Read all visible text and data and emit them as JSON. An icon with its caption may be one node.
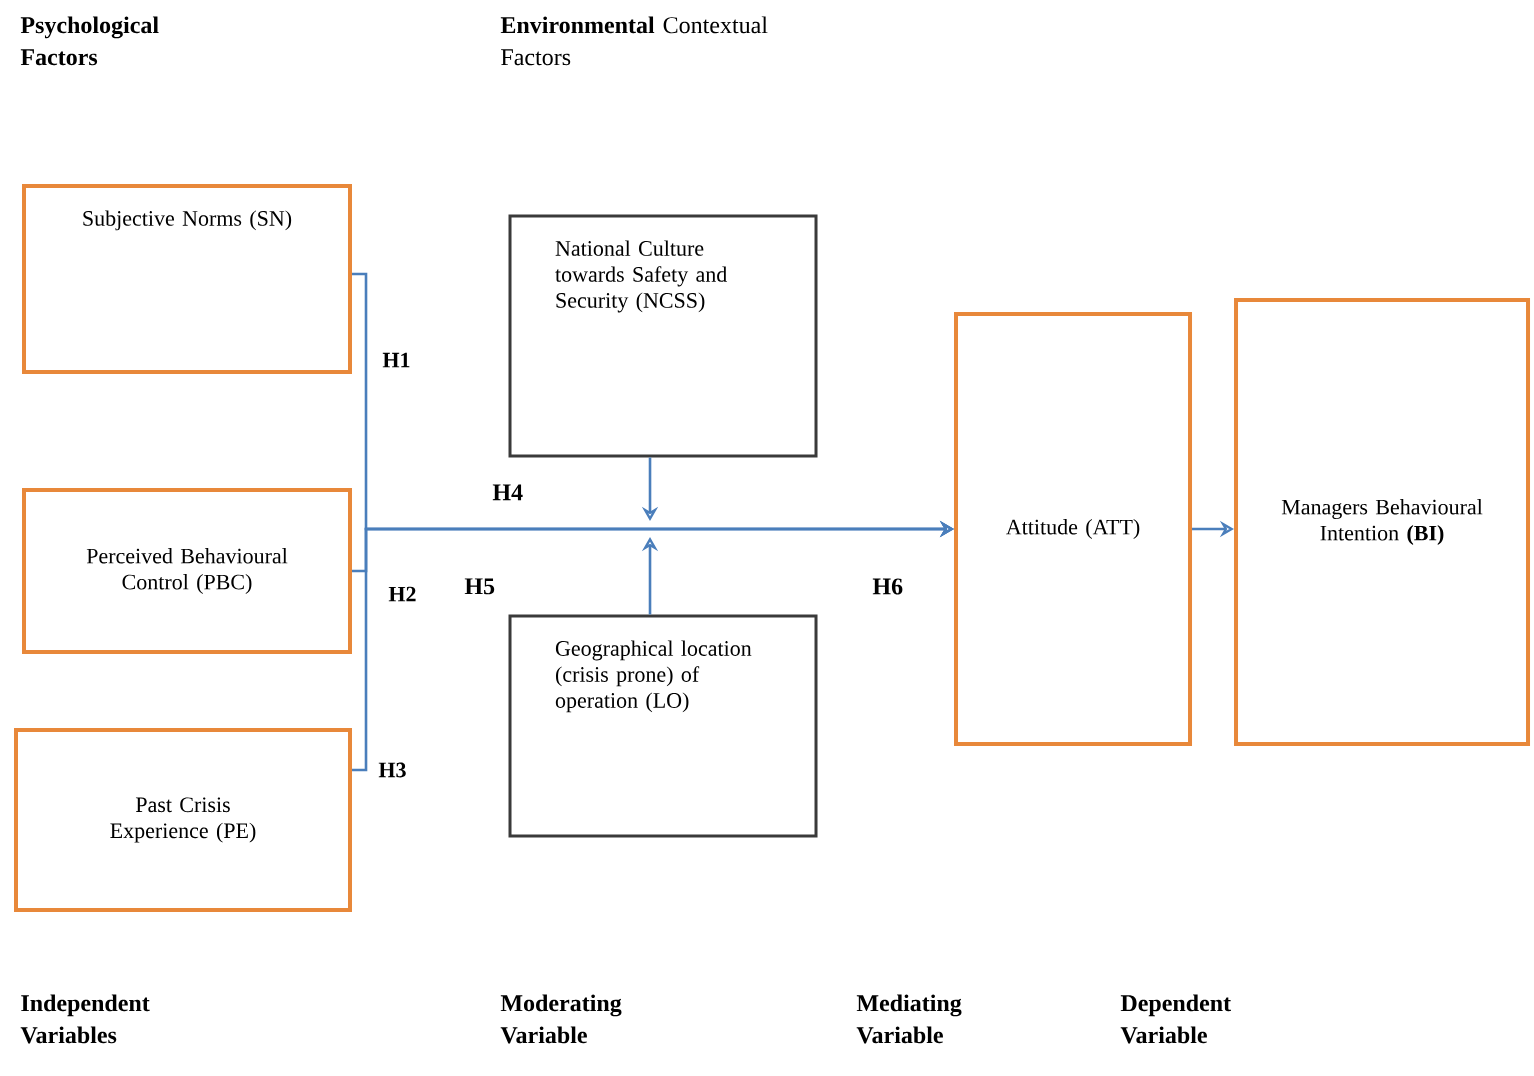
{
  "diagram": {
    "nodes": [
      {
        "text": [
          "Subjective Norms (SN)"
        ]
      },
      {
        "text": [
          "Perceived Behavioural Control (PBC)"
        ]
      },
      {
        "text": [
          "Past Crisis Experience (PE)"
        ]
      },
      {
        "text": [
          "National Culture towards Safety and Security (NCSS)"
        ]
      },
      {
        "text": [
          "Geographical location (crisis prone) of operation (LO)"
        ]
      },
      {
        "text": [
          "Attitude (ATT)"
        ]
      },
      {
        "text": [
          "Managers Behavioural Intention **(BI)**"
        ]
      }
    ],
    "edges": [
      {
        "from": 0,
        "to": 5,
        "arrow": "to",
        "label": "H1"
      },
      {
        "from": 1,
        "to": 5,
        "arrow": "to",
        "label": "H2"
      },
      {
        "from": 2,
        "to": 5,
        "arrow": "to",
        "label": "H3"
      },
      {
        "from": 3,
        "to": null,
        "arrow": "to"
      },
      {
        "from": 4,
        "to": null,
        "arrow": "to"
      },
      {
        "from": 5,
        "to": 6,
        "arrow": "to"
      }
    ],
    "labels": [
      "Psychological Factors",
      "**Environmental** Contextual Factors",
      "H4",
      "H5",
      "H6",
      "Independent Variables",
      "Moderating Variable",
      "Mediating Variable",
      "Dependent Variable"
    ]
  }
}
